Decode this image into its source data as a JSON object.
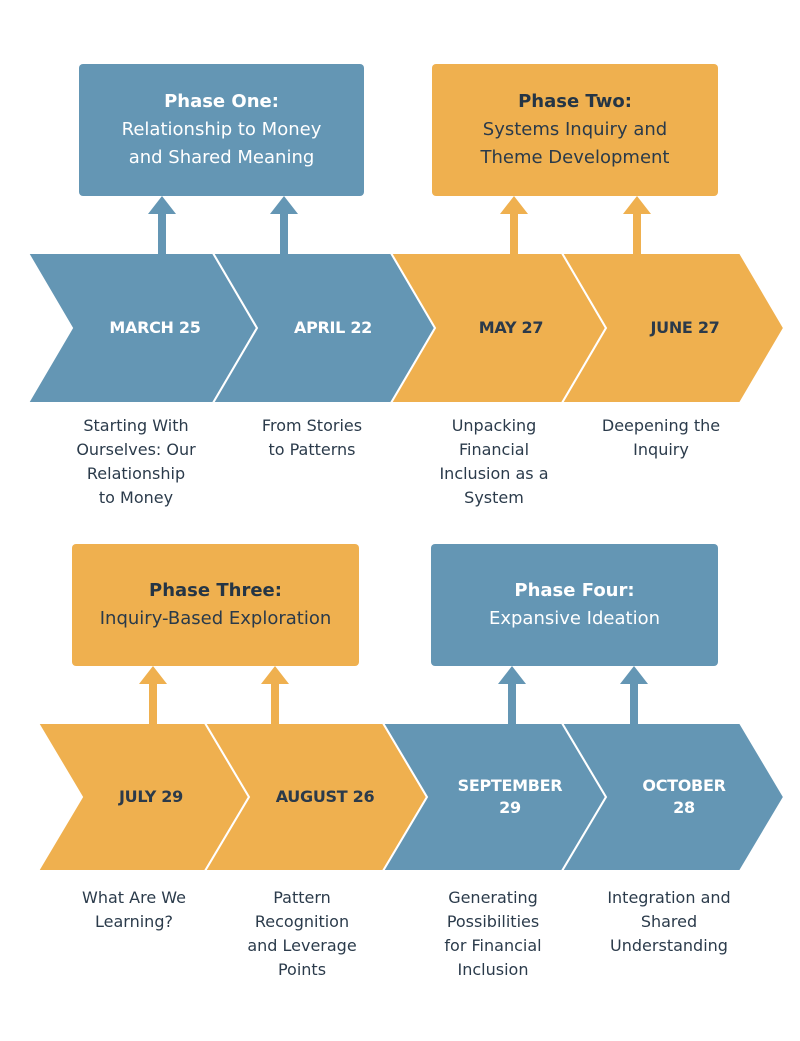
{
  "colors": {
    "blue": "#6496b4",
    "gold": "#efb04f",
    "text_dark": "#2b3b4b",
    "text_light": "#ffffff"
  },
  "phases": [
    {
      "title": "Phase One:",
      "subtitle": "Relationship to Money\nand Shared Meaning",
      "color": "blue"
    },
    {
      "title": "Phase Two:",
      "subtitle": "Systems Inquiry and\nTheme Development",
      "color": "gold"
    },
    {
      "title": "Phase Three:",
      "subtitle": "Inquiry-Based Exploration",
      "color": "gold"
    },
    {
      "title": "Phase Four:",
      "subtitle": "Expansive Ideation",
      "color": "blue"
    }
  ],
  "sessions": [
    {
      "date": "MARCH 25",
      "description": "Starting With\nOurselves: Our\nRelationship\nto Money",
      "phase": 1
    },
    {
      "date": "APRIL 22",
      "description": "From Stories\nto Patterns",
      "phase": 1
    },
    {
      "date": "MAY 27",
      "description": "Unpacking\nFinancial\nInclusion as a\nSystem",
      "phase": 2
    },
    {
      "date": "JUNE 27",
      "description": "Deepening the\nInquiry",
      "phase": 2
    },
    {
      "date": "JULY 29",
      "description": "What Are We\nLearning?",
      "phase": 3
    },
    {
      "date": "AUGUST 26",
      "description": "Pattern\nRecognition\nand Leverage\nPoints",
      "phase": 3
    },
    {
      "date": "SEPTEMBER\n29",
      "description": "Generating\nPossibilities\nfor Financial\nInclusion",
      "phase": 4
    },
    {
      "date": "OCTOBER\n28",
      "description": "Integration and\nShared\nUnderstanding",
      "phase": 4
    }
  ]
}
